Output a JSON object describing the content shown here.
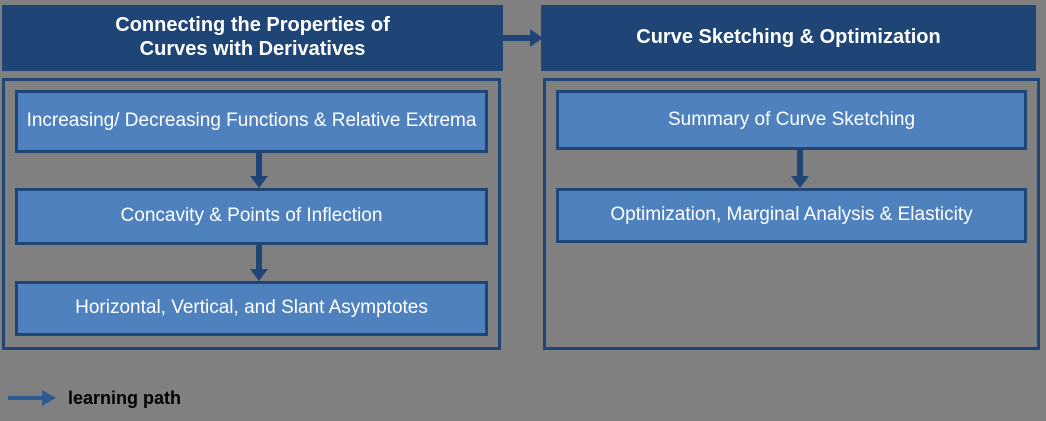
{
  "background_color": "#808080",
  "palette": {
    "header_blue": "#1F4576",
    "box_blue": "#4E81BD",
    "border_blue": "#1F4576",
    "text_white": "#FFFFFF",
    "legend_arrow_blue": "#2E5A93",
    "legend_text": "#000000"
  },
  "columns": [
    {
      "header": "Connecting the Properties of Curves with Derivatives",
      "header_line_1": "Connecting the Properties of",
      "header_line_2": "Curves with Derivatives",
      "topics": [
        "Increasing/ Decreasing Functions & Relative Extrema",
        "Concavity & Points of Inflection",
        "Horizontal, Vertical, and Slant Asymptotes"
      ]
    },
    {
      "header": "Curve Sketching & Optimization",
      "header_line_1": "Curve Sketching & Optimization",
      "header_line_2": "",
      "topics": [
        "Summary of Curve Sketching",
        "Optimization, Marginal Analysis & Elasticity"
      ]
    }
  ],
  "legend": {
    "label": "learning path",
    "icon": "right-arrow-icon"
  },
  "connectors": {
    "header_to_header": "right-arrow-icon",
    "vertical": "down-arrow-icon"
  }
}
